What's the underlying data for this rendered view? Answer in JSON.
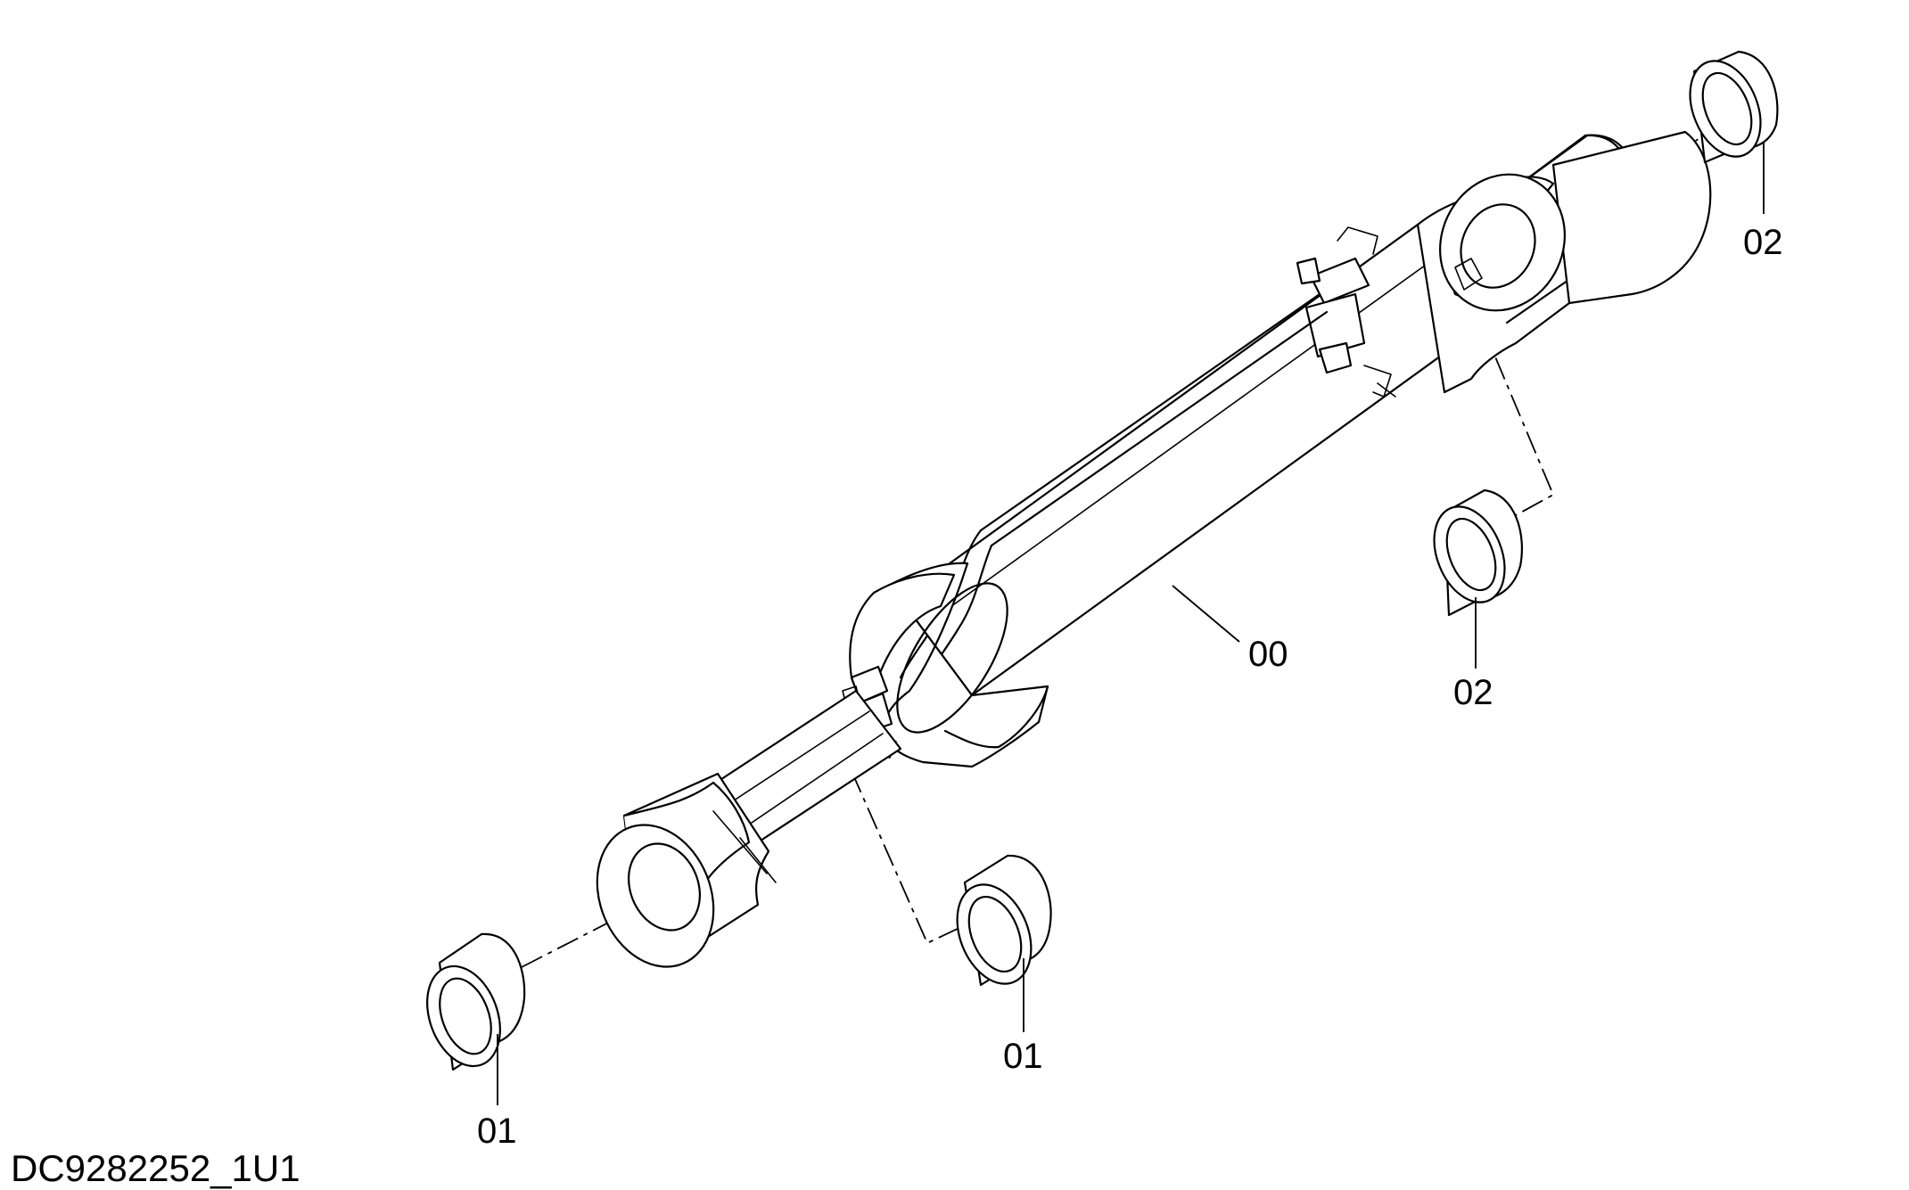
{
  "drawing": {
    "code": "DC9282252_1U1",
    "callouts": {
      "cylinder": "00",
      "bushing_rod_end": "01",
      "bushing_rod_side": "01",
      "bushing_head_side": "02",
      "bushing_head_end": "02"
    }
  }
}
